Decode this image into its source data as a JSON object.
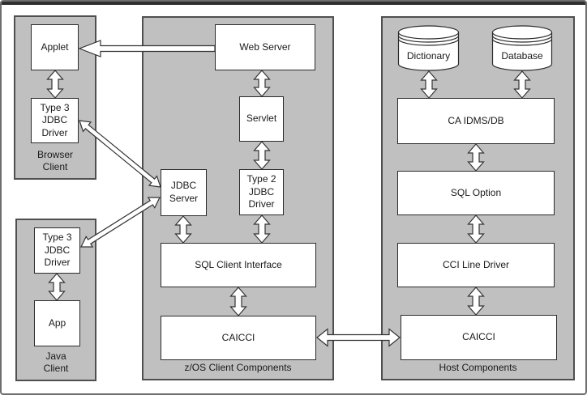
{
  "colors": {
    "group_fill": "#c0c0c0",
    "group_border": "#4f4f4f",
    "node_fill": "#ffffff",
    "node_border": "#2b2b2b",
    "arrow_fill": "#ffffff",
    "arrow_stroke": "#333333",
    "frame_bar": "#2f2f2f",
    "frame_border": "#6e6e6e",
    "text": "#1a1a1a"
  },
  "groups": {
    "browser_client": {
      "label": "Browser\nClient"
    },
    "java_client": {
      "label": "Java\nClient"
    },
    "zos_client": {
      "label": "z/OS Client Components"
    },
    "host": {
      "label": "Host Components"
    }
  },
  "nodes": {
    "applet": "Applet",
    "type3_jdbc_browser": "Type 3\nJDBC\nDriver",
    "type3_jdbc_java": "Type 3\nJDBC\nDriver",
    "app": "App",
    "web_server": "Web Server",
    "servlet": "Servlet",
    "type2_jdbc": "Type 2\nJDBC\nDriver",
    "jdbc_server": "JDBC\nServer",
    "sql_client_interface": "SQL Client Interface",
    "caicci_zos": "CAICCI",
    "dictionary": "Dictionary",
    "database": "Database",
    "ca_idms_db": "CA IDMS/DB",
    "sql_option": "SQL Option",
    "cci_line_driver": "CCI Line Driver",
    "caicci_host": "CAICCI"
  }
}
